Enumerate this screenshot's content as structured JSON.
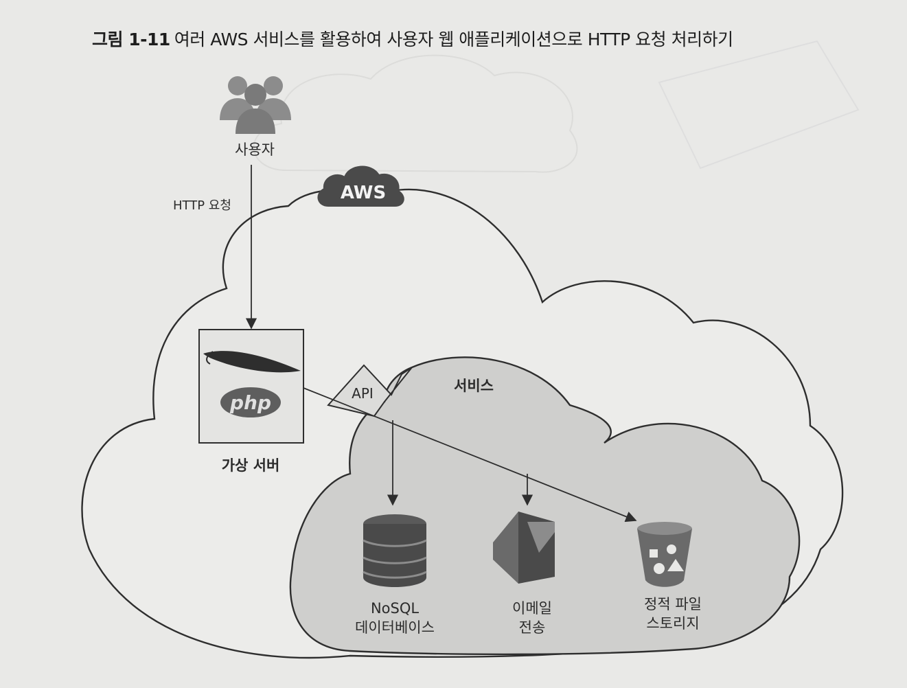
{
  "caption": {
    "figure_number": "그림 1-11",
    "text": "여러 AWS 서비스를 활용하여 사용자 웹 애플리케이션으로 HTTP 요청 처리하기"
  },
  "users": {
    "label": "사용자",
    "icon": "users-group-icon"
  },
  "request": {
    "label": "HTTP 요청"
  },
  "aws_cloud": {
    "badge": "AWS"
  },
  "virtual_server": {
    "label": "가상 서버",
    "icons": [
      "apache-feather-icon",
      "php-logo-icon"
    ],
    "php_text": "php"
  },
  "services": {
    "title": "서비스",
    "api_label": "API",
    "items": [
      {
        "id": "nosql",
        "line1": "NoSQL",
        "line2": "데이터베이스",
        "icon": "database-icon"
      },
      {
        "id": "email",
        "line1": "이메일",
        "line2": "전송",
        "icon": "email-service-icon"
      },
      {
        "id": "storage",
        "line1": "정적 파일",
        "line2": "스토리지",
        "icon": "storage-bucket-icon"
      }
    ]
  },
  "colors": {
    "outer_cloud_fill": "#ececea",
    "inner_cloud_fill": "#cfcfcd",
    "stroke": "#2e2e2e",
    "icon_dark": "#4a4a4a",
    "icon_mid": "#8c8c8c"
  }
}
